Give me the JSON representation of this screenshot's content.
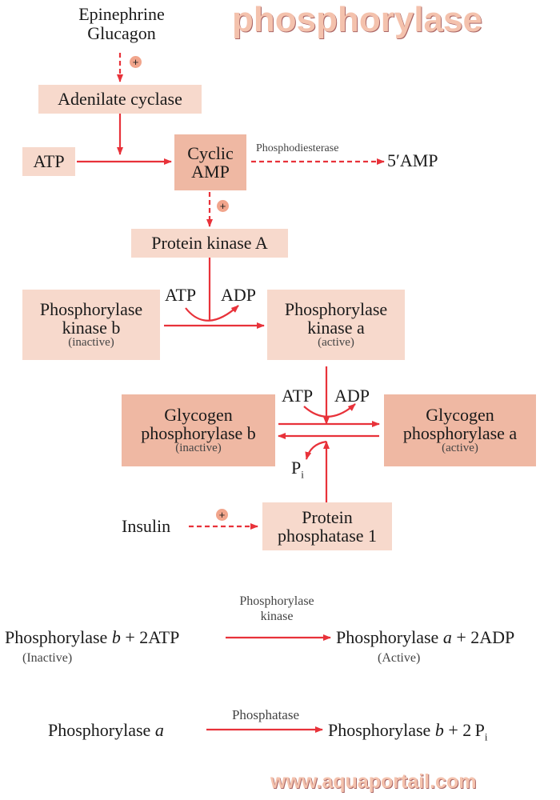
{
  "brand": {
    "title": "phosphorylase",
    "url": "www.aquaportail.com"
  },
  "pathway": {
    "hormones": [
      "Epinephrine",
      "Glucagon"
    ],
    "adenylate_cyclase": "Adenilate cyclase",
    "atp": "ATP",
    "camp": [
      "Cyclic",
      "AMP"
    ],
    "phosphodiesterase": "Phosphodiesterase",
    "amp5": "5′AMP",
    "pka": "Protein kinase A",
    "kinase_b": {
      "lines": [
        "Phosphorylase",
        "kinase b"
      ],
      "state": "(inactive)"
    },
    "kinase_a": {
      "lines": [
        "Phosphorylase",
        "kinase a"
      ],
      "state": "(active)"
    },
    "atp_in_1": "ATP",
    "adp_out_1": "ADP",
    "glycogen_b": {
      "lines": [
        "Glycogen",
        "phosphorylase b"
      ],
      "state": "(inactive)"
    },
    "glycogen_a": {
      "lines": [
        "Glycogen",
        "phosphorylase a"
      ],
      "state": "(active)"
    },
    "atp_in_2": "ATP",
    "adp_out_2": "ADP",
    "pi": "P",
    "pi_sub": "i",
    "insulin": "Insulin",
    "pp1": [
      "Protein",
      "phosphatase 1"
    ],
    "plus": "+"
  },
  "equations": {
    "eq1": {
      "left_name": "Phosphorylase ",
      "left_var": "b",
      "left_rest": " + 2ATP",
      "enzyme": [
        "Phosphorylase",
        "kinase"
      ],
      "right_name": "Phosphorylase ",
      "right_var": "a",
      "right_rest": " + 2ADP",
      "left_state": "(Inactive)",
      "right_state": "(Active)"
    },
    "eq2": {
      "left_name": "Phosphorylase ",
      "left_var": "a",
      "enzyme": "Phosphatase",
      "right_name": "Phosphorylase ",
      "right_var": "b",
      "right_rest": " + 2 P",
      "right_sub": "i"
    }
  },
  "colors": {
    "arrow": "#e8323a",
    "box_light": "#f7d9cc",
    "box_dark": "#efb8a3",
    "plus_circle": "#f1a58c"
  }
}
